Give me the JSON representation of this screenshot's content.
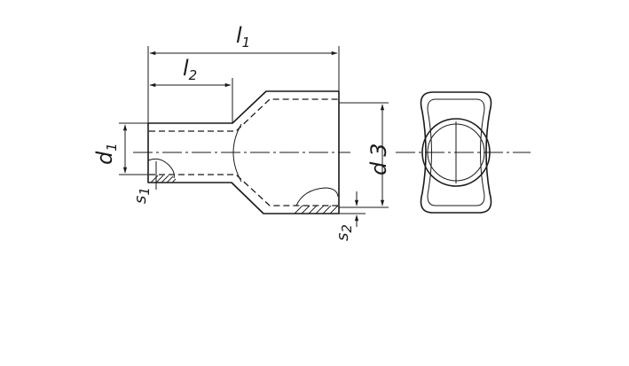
{
  "labels": {
    "l1": {
      "main": "l",
      "sub": "1"
    },
    "l2": {
      "main": "l",
      "sub": "2"
    },
    "d1": {
      "main": "d",
      "sub": "1"
    },
    "d3": {
      "main": "d",
      "sub": "3"
    },
    "s1": {
      "main": "s",
      "sub": "1"
    },
    "s2": {
      "main": "s",
      "sub": "2"
    }
  }
}
